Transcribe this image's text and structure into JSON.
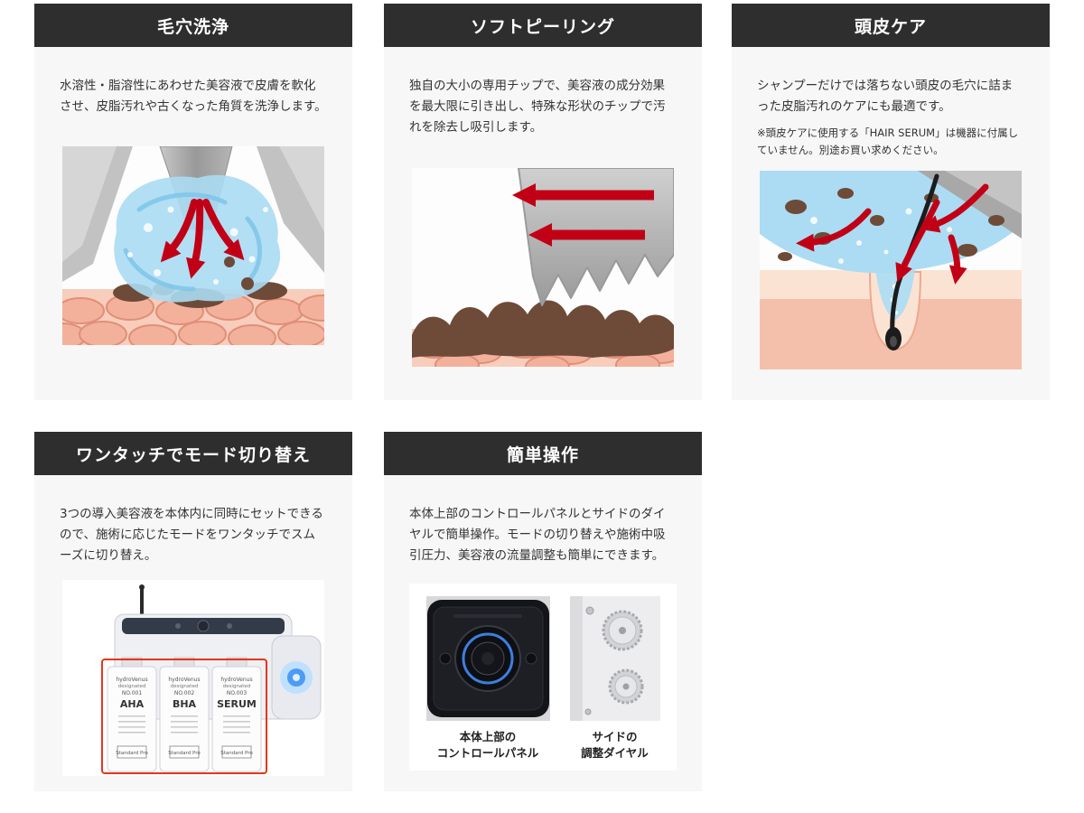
{
  "colors": {
    "header_bg": "#2e2e2e",
    "card_bg": "#f7f7f7",
    "accent_red": "#c10016",
    "water_blue": "#abdcf3",
    "skin_pink": "#f5c0ab"
  },
  "cards": [
    {
      "title": "毛穴洗浄",
      "description": "水溶性・脂溶性にあわせた美容液で皮膚を軟化させ、皮脂汚れや古くなった角質を洗浄します。"
    },
    {
      "title": "ソフトピーリング",
      "description": "独自の大小の専用チップで、美容液の成分効果を最大限に引き出し、特殊な形状のチップで汚れを除去し吸引します。"
    },
    {
      "title": "頭皮ケア",
      "description": "シャンプーだけでは落ちない頭皮の毛穴に詰まった皮脂汚れのケアにも最適です。",
      "note": "※頭皮ケアに使用する「HAIR SERUM」は機器に付属していません。別途お買い求めください。"
    },
    {
      "title": "ワンタッチでモード切り替え",
      "description": "3つの導入美容液を本体内に同時にセットできるので、施術に応じたモードをワンタッチでスムーズに切り替え。",
      "bottles": [
        {
          "brand": "hydroVenus",
          "line2": "designated",
          "no": "NO.001",
          "name": "AHA",
          "footer": "Standard Pro"
        },
        {
          "brand": "hydroVenus",
          "line2": "designated",
          "no": "NO.002",
          "name": "BHA",
          "footer": "Standard Pro"
        },
        {
          "brand": "hydroVenus",
          "line2": "designated",
          "no": "NO.003",
          "name": "SERUM",
          "footer": "Standard Pro"
        }
      ]
    },
    {
      "title": "簡単操作",
      "description": "本体上部のコントロールパネルとサイドのダイヤルで簡単操作。モードの切り替えや施術中吸引圧力、美容液の流量調整も簡単にできます。",
      "photos": [
        {
          "caption_line1": "本体上部の",
          "caption_line2": "コントロールパネル"
        },
        {
          "caption_line1": "サイドの",
          "caption_line2": "調整ダイヤル"
        }
      ]
    }
  ]
}
